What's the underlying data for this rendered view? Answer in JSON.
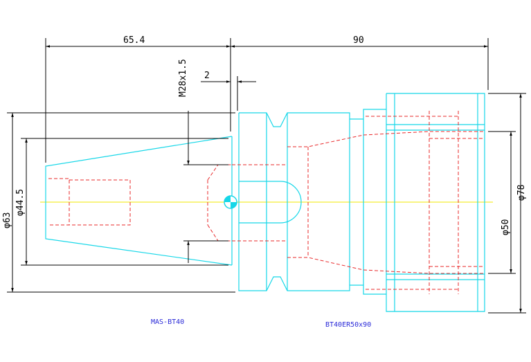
{
  "drawing": {
    "dims": {
      "taper_length": "65.4",
      "body_length": "90",
      "thread": "M28x1.5",
      "step": "2",
      "dia_63": "φ63",
      "dia_44_5": "φ44.5",
      "dia_78": "φ78",
      "dia_50": "φ50"
    },
    "labels": {
      "left_part": "MAS-BT40",
      "right_part": "BT40ER50x90"
    },
    "colors": {
      "outline": "#16d7e8",
      "hidden": "#e8282a",
      "dimension": "#000000",
      "centerline": "#f2e800",
      "label": "#2a2ad8"
    }
  }
}
